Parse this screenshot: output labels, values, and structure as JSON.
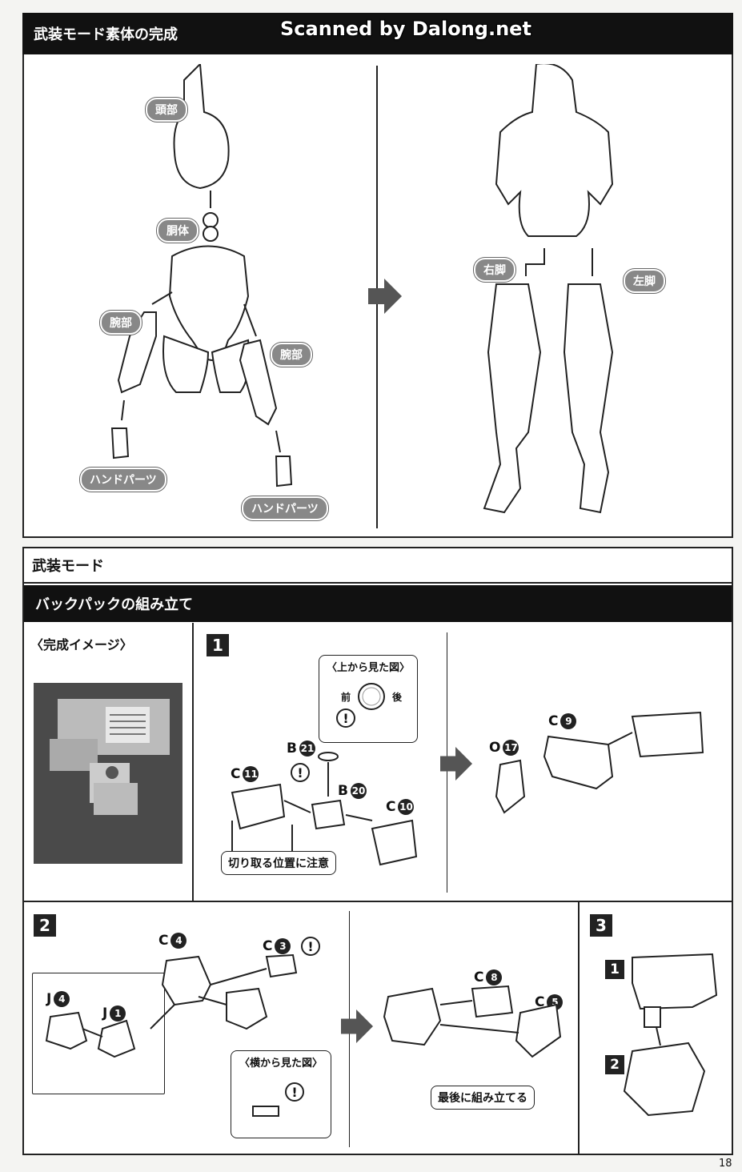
{
  "watermark": "Scanned by Dalong.net",
  "section1": {
    "title": "武装モード素体の完成",
    "labels": {
      "head": "頭部",
      "torso": "胴体",
      "arm_left": "腕部",
      "arm_right": "腕部",
      "hand_left": "ハンドパーツ",
      "hand_right": "ハンドパーツ",
      "right_leg": "右脚",
      "left_leg": "左脚"
    }
  },
  "section2": {
    "mode_title": "武装モード",
    "title": "バックパックの組み立て",
    "complete_image_label": "〈完成イメージ〉",
    "step1": {
      "number": "1",
      "top_view_label": "〈上から見た図〉",
      "front": "前",
      "back": "後",
      "caution": "!",
      "note": "切り取る位置に注意",
      "parts": [
        {
          "letter": "B",
          "num": "21"
        },
        {
          "letter": "B",
          "num": "20"
        },
        {
          "letter": "C",
          "num": "11"
        },
        {
          "letter": "C",
          "num": "10"
        },
        {
          "letter": "C",
          "num": "9"
        },
        {
          "letter": "O",
          "num": "17"
        }
      ]
    },
    "step2": {
      "number": "2",
      "side_view_label": "〈横から見た図〉",
      "note": "最後に組み立てる",
      "caution": "!",
      "parts": [
        {
          "letter": "C",
          "num": "4"
        },
        {
          "letter": "C",
          "num": "3"
        },
        {
          "letter": "J",
          "num": "4"
        },
        {
          "letter": "J",
          "num": "1"
        },
        {
          "letter": "C",
          "num": "8"
        },
        {
          "letter": "C",
          "num": "5"
        }
      ]
    },
    "step3": {
      "number": "3",
      "sub1": "1",
      "sub2": "2"
    }
  },
  "page_number": "18"
}
